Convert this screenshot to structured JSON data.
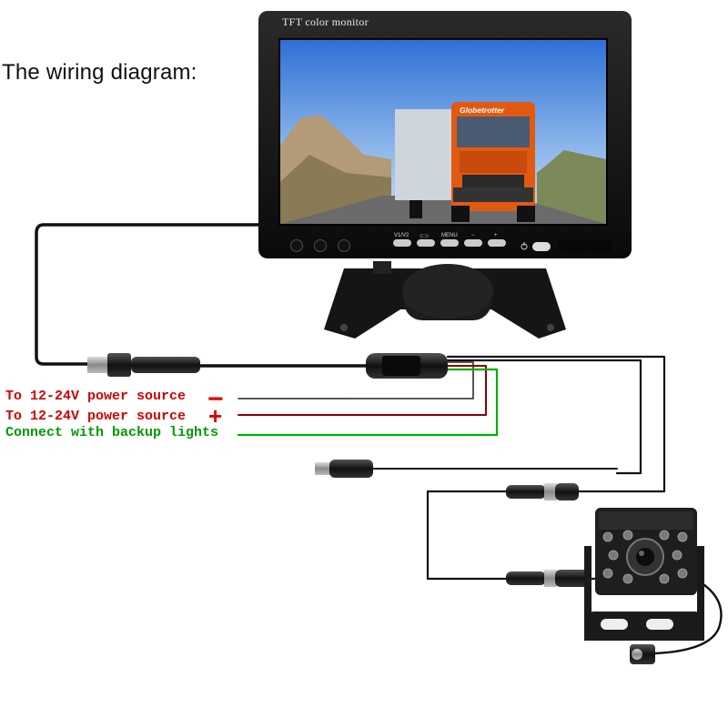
{
  "heading": "The wiring diagram:",
  "monitor": {
    "title": "TFT color monitor",
    "buttons": [
      "V1/V2",
      "⊂⊃",
      "MENU",
      "−",
      "+"
    ],
    "power_icon": "power-icon"
  },
  "screen_image": {
    "truck_brand": "Globetrotter"
  },
  "wires": {
    "negative": {
      "label": "To 12-24V power source",
      "sign": "−",
      "color": "#d40000"
    },
    "positive": {
      "label": "To 12-24V power source",
      "sign": "+",
      "color": "#8b0000"
    },
    "backup": {
      "label": "Connect with backup lights",
      "color": "#00b000"
    }
  },
  "colors": {
    "cable": "#111111",
    "label_red": "#d00000",
    "label_green": "#009a00",
    "sign_red": "#e00000"
  }
}
